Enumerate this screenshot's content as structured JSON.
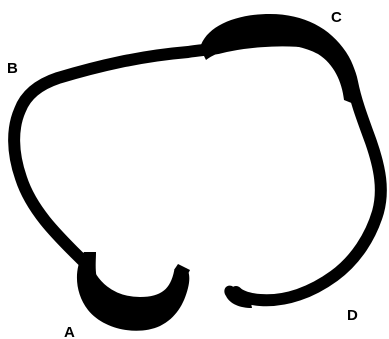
{
  "figure": {
    "background_color": "#ffffff",
    "ink_color": "#000000",
    "labels": {
      "A": "A",
      "B": "B",
      "C": "C",
      "D": "D"
    }
  }
}
